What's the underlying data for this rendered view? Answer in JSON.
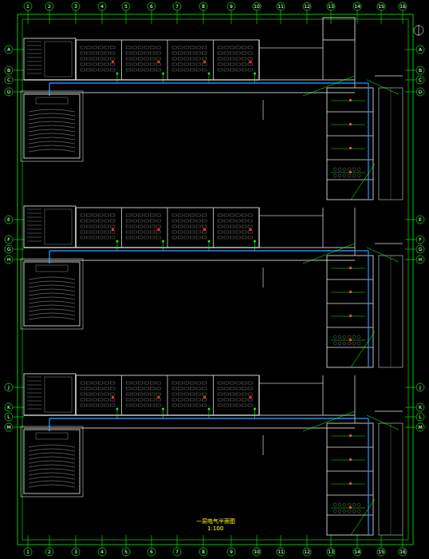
{
  "diagram": {
    "title": "一层电气平面图",
    "labels": [
      "1",
      "2",
      "3",
      "4",
      "5",
      "6",
      "7",
      "8",
      "9",
      "10",
      "11",
      "12",
      "13",
      "14",
      "15",
      "16",
      "1",
      "2",
      "3",
      "4",
      "5",
      "6",
      "7",
      "8",
      "9",
      "10",
      "11",
      "12",
      "13",
      "14",
      "15",
      "16",
      "A",
      "B",
      "C",
      "D",
      "E",
      "F",
      "G",
      "H",
      "J",
      "K",
      "L",
      "M",
      "A",
      "B",
      "C",
      "D",
      "E",
      "F",
      "G",
      "H",
      "J",
      "K",
      "L",
      "M",
      "1:100"
    ]
  }
}
